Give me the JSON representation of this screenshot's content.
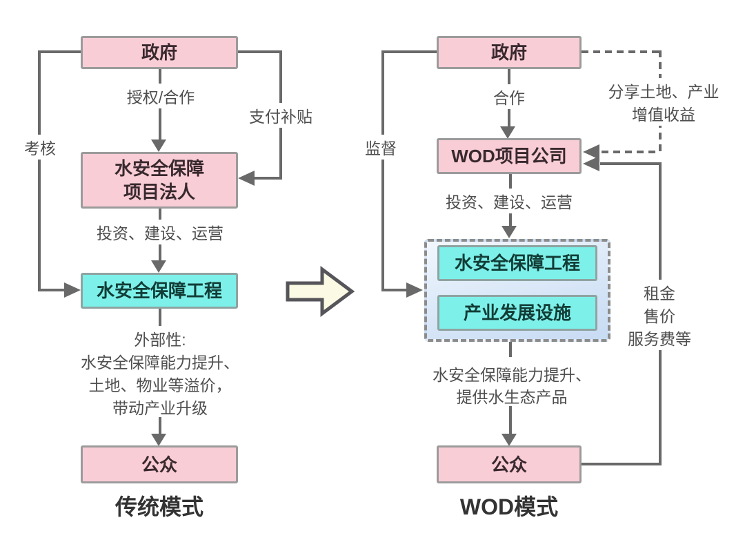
{
  "colors": {
    "node_pink": "#f9cdd6",
    "node_cyan": "#7df0e9",
    "node_border": "#9b9b9b",
    "line_gray": "#696969",
    "container_gradient_top": "#f2f7fd",
    "container_gradient_bottom": "#c7dbf3",
    "big_arrow_fill": "#fbfae4",
    "big_arrow_stroke": "#55555a"
  },
  "left": {
    "title": "传统模式",
    "gov": "政府",
    "legal": [
      "水安全保障",
      "项目法人"
    ],
    "project": "水安全保障工程",
    "public": "公众",
    "labels": {
      "authorize": "授权/合作",
      "subsidy": "支付补贴",
      "assess": "考核",
      "invest": "投资、建设、运营",
      "externality": [
        "外部性:",
        "水安全保障能力提升、",
        "土地、物业等溢价，",
        "带动产业升级"
      ]
    }
  },
  "right": {
    "title": "WOD模式",
    "gov": "政府",
    "company": "WOD项目公司",
    "project": "水安全保障工程",
    "industry": "产业发展设施",
    "public": "公众",
    "labels": {
      "cooperate": "合作",
      "supervise": "监督",
      "share": [
        "分享土地、产业",
        "增值收益"
      ],
      "invest": "投资、建设、运营",
      "income": [
        "租金",
        "售价",
        "服务费等"
      ],
      "benefit": [
        "水安全保障能力提升、",
        "提供水生态产品"
      ]
    }
  }
}
